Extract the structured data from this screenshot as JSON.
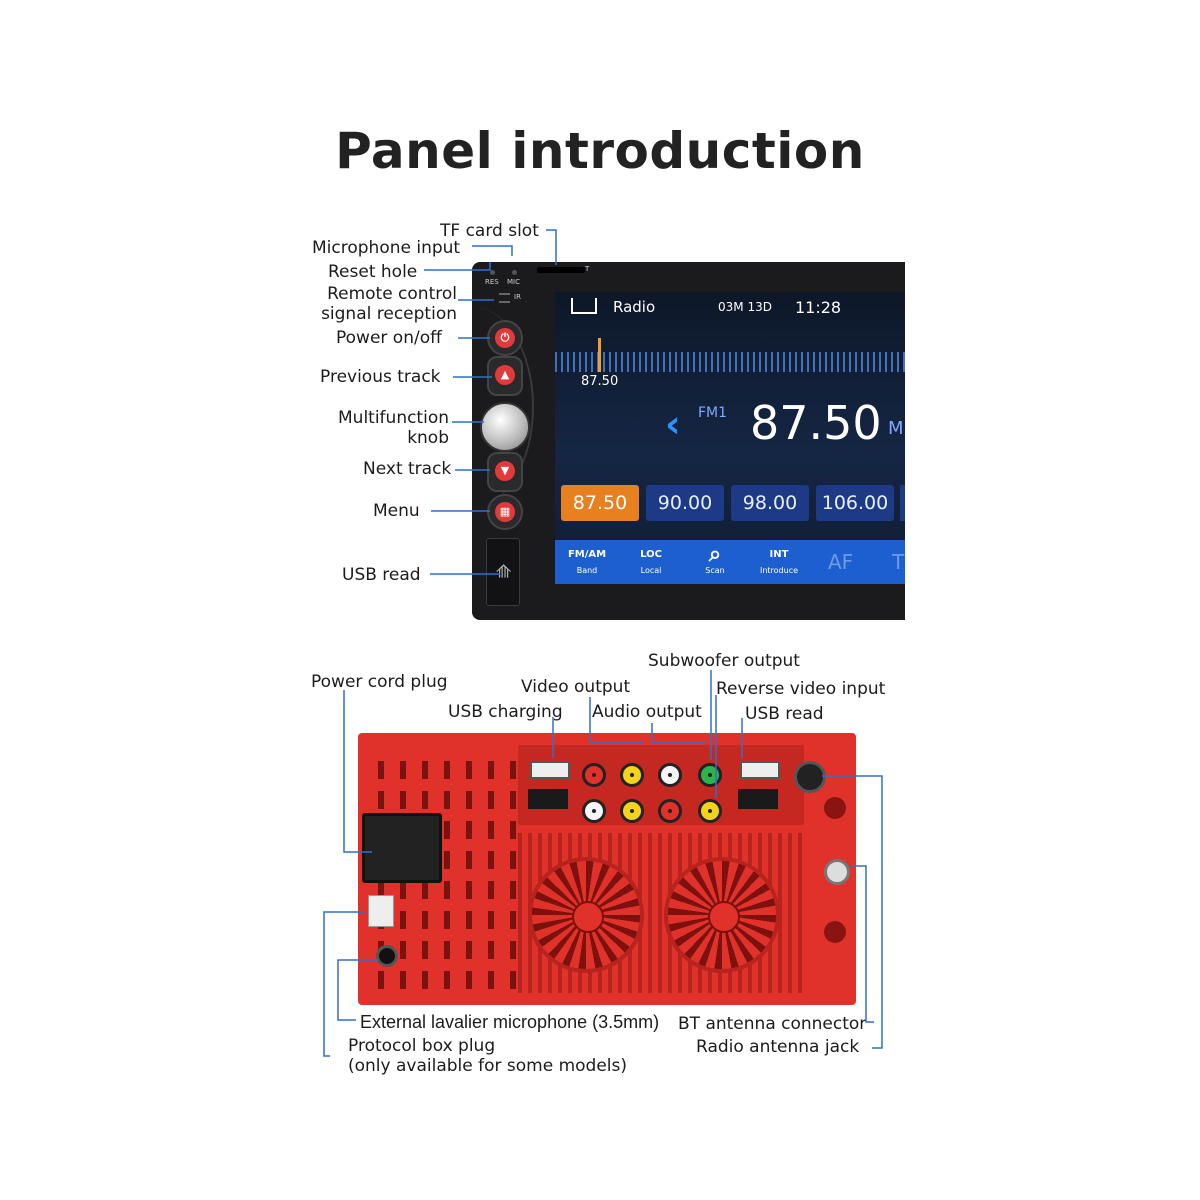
{
  "title": "Panel introduction",
  "front_labels": {
    "tf_card_slot": "TF card slot",
    "microphone_input": "Microphone input",
    "reset_hole": "Reset hole",
    "remote_control_1": "Remote control",
    "remote_control_2": "signal reception",
    "power": "Power on/off",
    "previous_track": "Previous track",
    "multifunction_1": "Multifunction",
    "multifunction_2": "knob",
    "next_track": "Next track",
    "menu": "Menu",
    "usb_read": "USB read"
  },
  "panel_marks": {
    "res": "RES",
    "mic": "MIC",
    "ir": "IR",
    "t": "T"
  },
  "screen": {
    "mode": "Radio",
    "date": "03M 13D",
    "time": "11:28",
    "dial_value": "87.50",
    "band": "FM1",
    "frequency": "87.50",
    "unit": "M",
    "presets": [
      "87.50",
      "90.00",
      "98.00",
      "106.00"
    ],
    "bottom_buttons": [
      {
        "icon": "FM/AM",
        "label": "Band"
      },
      {
        "icon": "LOC",
        "label": "Local"
      },
      {
        "icon": "search-icon",
        "label": "Scan"
      },
      {
        "icon": "INT",
        "label": "Introduce"
      }
    ],
    "extra_af": "AF",
    "extra_t": "T"
  },
  "rear_labels": {
    "subwoofer_output": "Subwoofer output",
    "power_cord_plug": "Power cord plug",
    "video_output": "Video output",
    "reverse_video_input": "Reverse video input",
    "usb_charging": "USB charging",
    "audio_output": "Audio output",
    "usb_read": "USB read",
    "external_mic": "External lavalier microphone (3.5mm)",
    "bt_antenna": "BT antenna connector",
    "protocol_box_1": "Protocol box plug",
    "protocol_box_2": "(only available for some models)",
    "radio_antenna": "Radio antenna jack"
  },
  "colors": {
    "leader": "#2f6fd1",
    "case_red": "#e0322b",
    "preset_active": "#e8801f",
    "screen_bar": "#1e5fd0"
  }
}
